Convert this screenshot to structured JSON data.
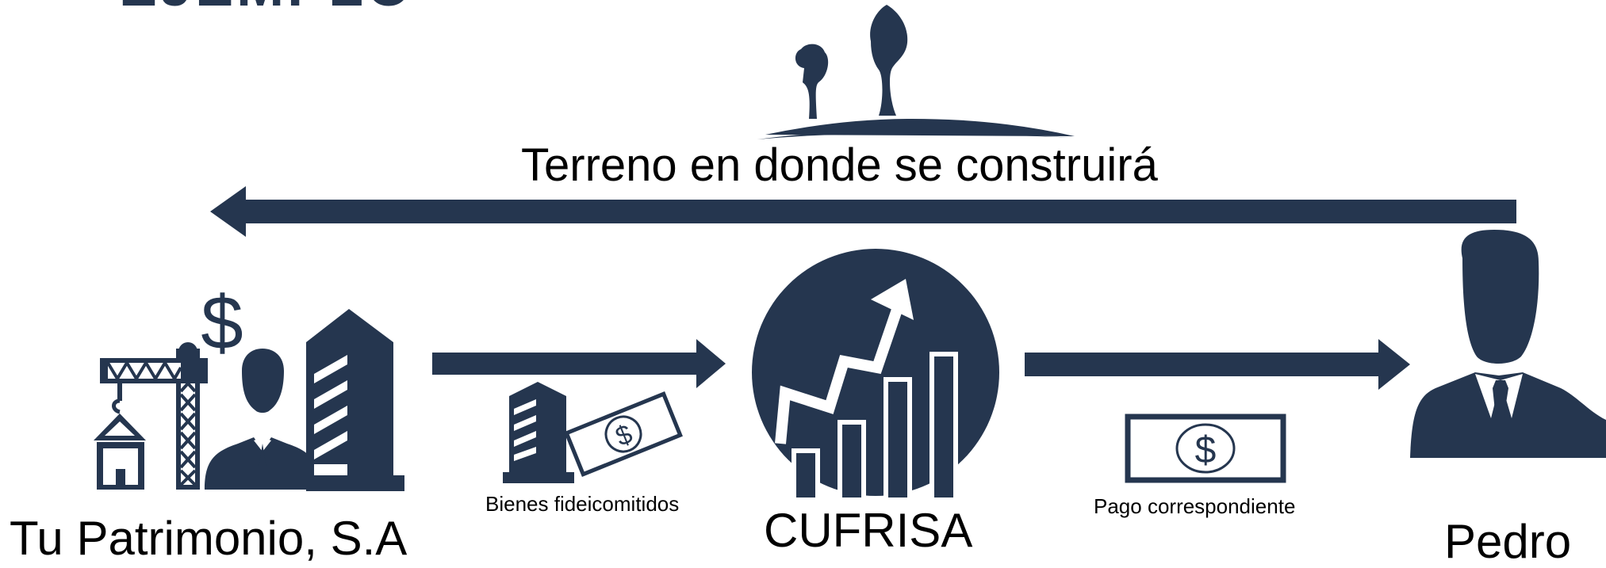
{
  "header": {
    "partial_title": "EJEMPLO"
  },
  "top_flow": {
    "label": "Terreno en donde se construirá"
  },
  "left_flow": {
    "label": "Bienes fideicomitidos"
  },
  "right_flow": {
    "label": "Pago correspondiente"
  },
  "nodes": {
    "left": "Tu Patrimonio, S.A",
    "center": "CUFRISA",
    "right": "Pedro"
  },
  "icons": {
    "top": "trees-on-hill-icon",
    "left": "construction-business-icon",
    "center": "growth-chart-globe-icon",
    "right": "businessman-icon",
    "left_flow_building": "building-icon",
    "left_flow_money": "banknote-icon",
    "right_flow_money": "banknote-icon"
  },
  "colors": {
    "navy": "#25364f",
    "text": "#000000",
    "background": "#ffffff"
  }
}
